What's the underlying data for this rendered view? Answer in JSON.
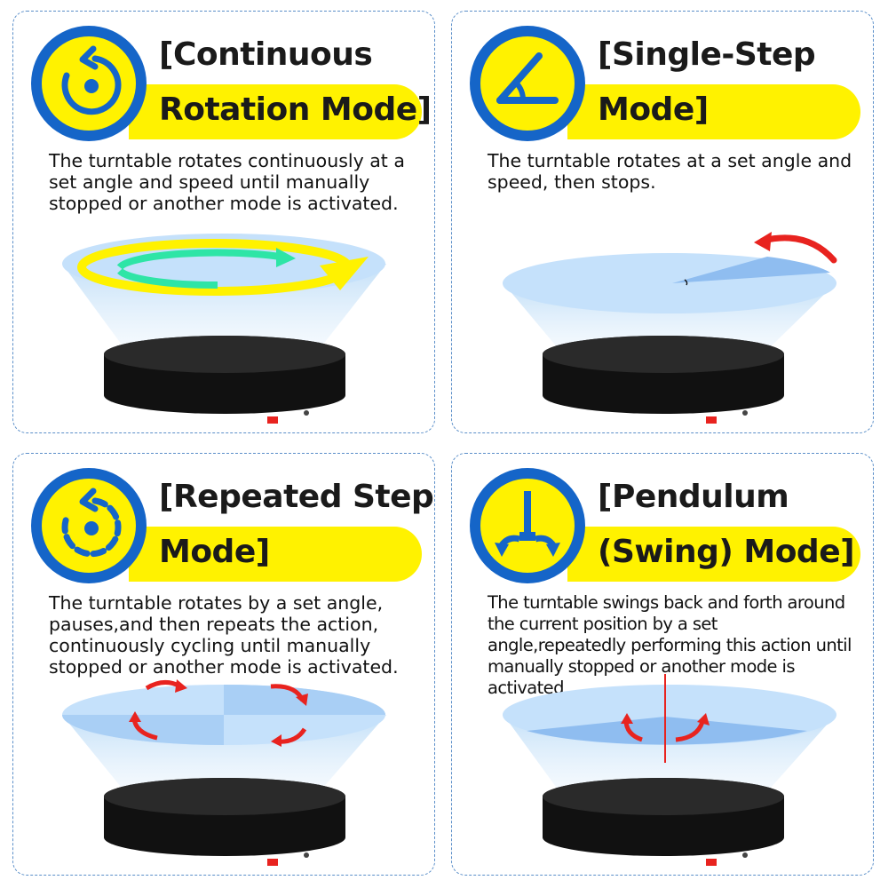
{
  "panels": [
    {
      "title_line1": "[Continuous",
      "title_line2": "Rotation Mode]",
      "description": "The turntable rotates continuously at a set angle and speed until manually stopped or another mode is activated."
    },
    {
      "title_line1": "[Single-Step",
      "title_line2": "Mode]",
      "description": "The turntable rotates at a set angle and speed, then stops."
    },
    {
      "title_line1": "[Repeated Step",
      "title_line2": "Mode]",
      "description": "The turntable rotates by a set angle, pauses,and then repeats the action, continuously cycling until manually stopped or another mode is activated."
    },
    {
      "title_line1": "[Pendulum",
      "title_line2": "(Swing) Mode]",
      "description": "The turntable swings back and forth around the current position by a set angle,repeatedly performing this action until manually stopped or another mode is activated."
    }
  ],
  "icons": [
    "rotation-icon",
    "angle-icon",
    "repeat-step-icon",
    "pendulum-icon"
  ],
  "colors": {
    "badge_ring": "#1565c8",
    "highlight": "#fff200",
    "turntable": "#1b1b1b",
    "arrow_red": "#e8231f",
    "disc": "#bcdcf7",
    "border": "#5b8fc9"
  }
}
